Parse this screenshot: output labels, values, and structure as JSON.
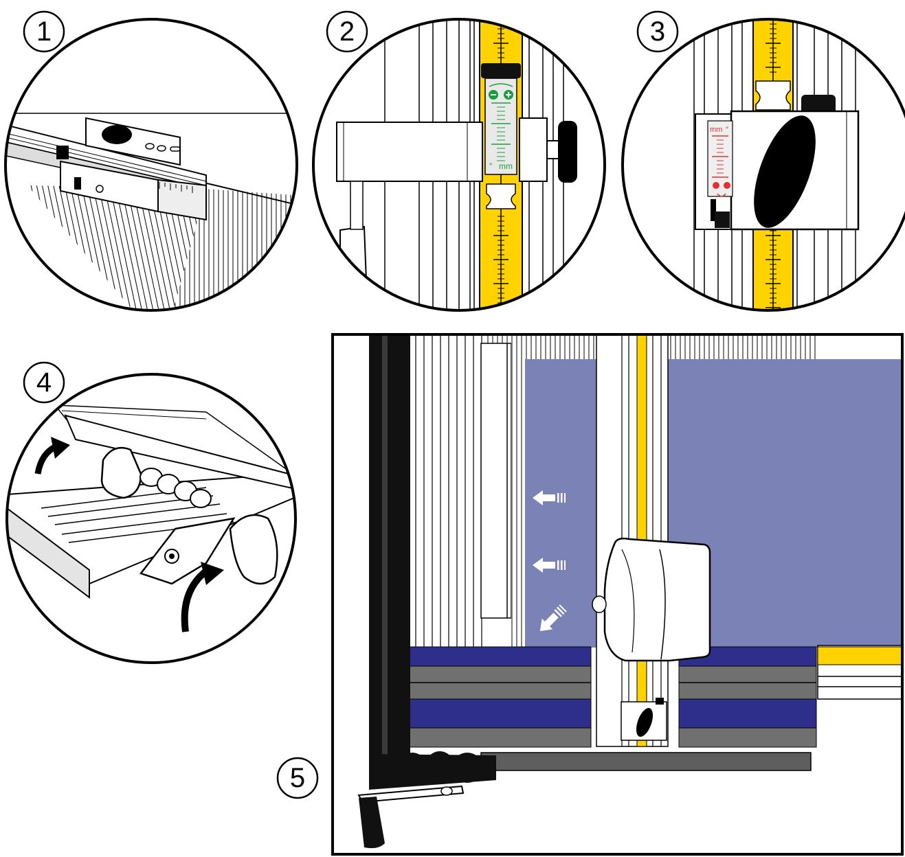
{
  "steps": [
    {
      "label": "1",
      "description": "cutter head on rail"
    },
    {
      "label": "2",
      "description": "scale adjustment window"
    },
    {
      "label": "3",
      "description": "cutter head lock"
    },
    {
      "label": "4",
      "description": "lift clamp bar"
    },
    {
      "label": "5",
      "description": "wall mounted cutter overview"
    }
  ],
  "scale_labels": {
    "panel2_unit": "mm",
    "panel2_inch": "″",
    "panel3_unit": "mm",
    "panel3_inch": "″"
  },
  "colors": {
    "ruler_yellow": "#ffd200",
    "board_blue": "#7a82b6",
    "rail_navy": "#2e2f8a",
    "rail_grey": "#707070",
    "mm_green": "#1a9e3a",
    "mm_red": "#e53030",
    "ink": "#000000"
  },
  "icons": [
    "minus-circle-icon",
    "plus-circle-icon",
    "smiley-icon",
    "arrow-left-icon",
    "arrow-down-left-icon",
    "curved-up-arrow-icon"
  ]
}
